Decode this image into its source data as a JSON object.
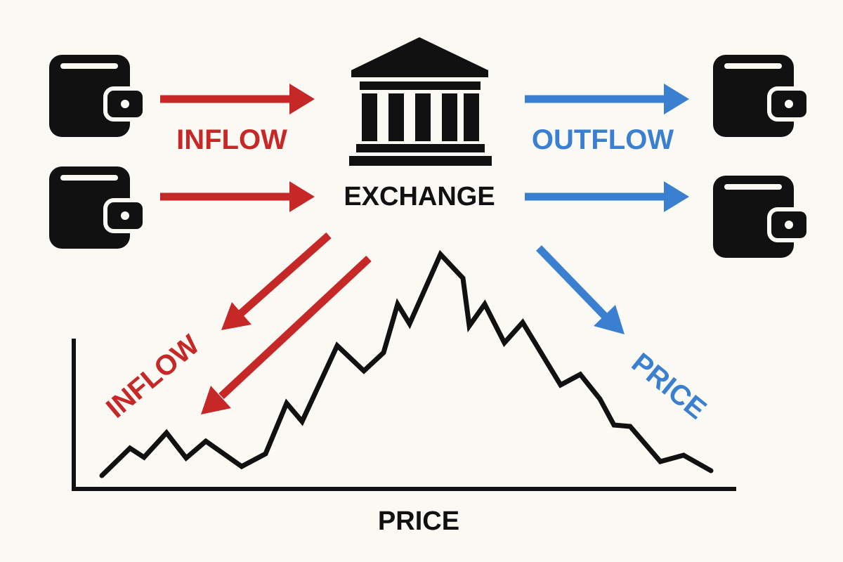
{
  "labels": {
    "inflow_top": "INFLOW",
    "outflow_top": "OUTFLOW",
    "exchange": "EXCHANGE",
    "inflow_diagonal": "INFLOW",
    "price_diagonal": "PRICE",
    "price_axis": "PRICE"
  },
  "icons": {
    "left_wallets": [
      "wallet-icon",
      "wallet-icon"
    ],
    "right_wallets": [
      "wallet-icon",
      "wallet-icon"
    ],
    "center": "bank-building-icon"
  },
  "colors": {
    "inflow": "#c62828",
    "outflow": "#3a7fd0",
    "ink": "#111111",
    "background": "#fbf9f4"
  }
}
